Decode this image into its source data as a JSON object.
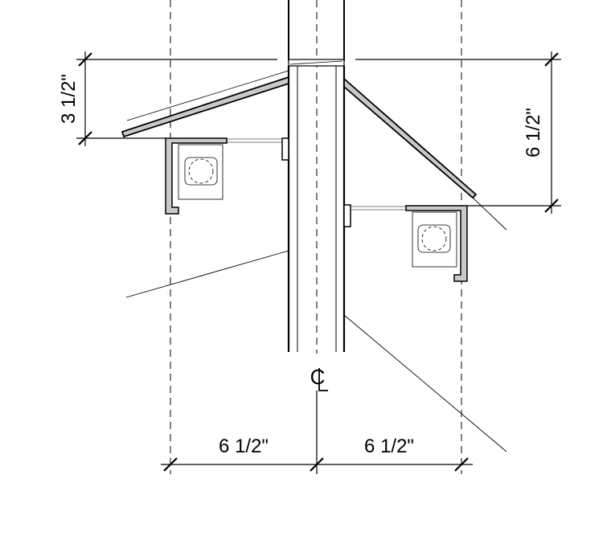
{
  "dimensions": {
    "left_vertical": "3 1/2\"",
    "right_vertical": "6 1/2\"",
    "bottom_left": "6 1/2\"",
    "bottom_right": "6 1/2\""
  },
  "centerline_symbol": "C"
}
